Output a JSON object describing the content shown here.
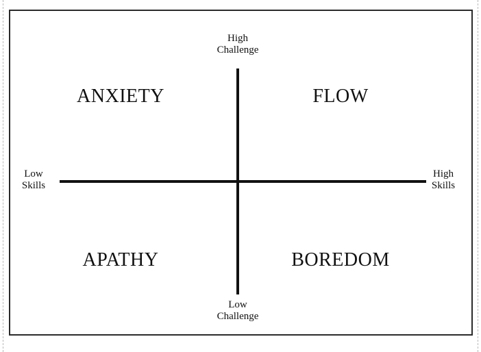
{
  "quadrants": {
    "top_left": "ANXIETY",
    "top_right": "FLOW",
    "bottom_left": "APATHY",
    "bottom_right": "BOREDOM"
  },
  "axes": {
    "top": {
      "line1": "High",
      "line2": "Challenge"
    },
    "bottom": {
      "line1": "Low",
      "line2": "Challenge"
    },
    "left": {
      "line1": "Low",
      "line2": "Skills"
    },
    "right": {
      "line1": "High",
      "line2": "Skills"
    }
  },
  "colors": {
    "ink": "#111111",
    "frame": "#2a2a2a",
    "background": "#ffffff"
  }
}
